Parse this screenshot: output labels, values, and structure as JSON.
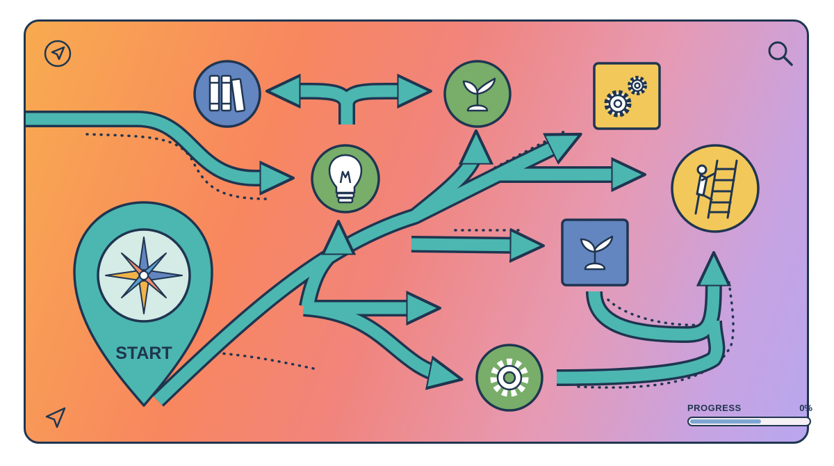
{
  "start_label": "START",
  "progress": {
    "label": "PROGRESS",
    "value_text": "0%",
    "fraction": 0.6
  },
  "colors": {
    "outline": "#1f3550",
    "path": "#4cb7b0",
    "green_node": "#78ad6a",
    "blue_node": "#6385c0",
    "yellow_node": "#f2c85b"
  },
  "nodes": [
    {
      "name": "books-node",
      "icon": "books-icon"
    },
    {
      "name": "sprout-node-top",
      "icon": "sprout-icon"
    },
    {
      "name": "gears-node",
      "icon": "gears-icon"
    },
    {
      "name": "idea-node",
      "icon": "lightbulb-icon"
    },
    {
      "name": "climber-node",
      "icon": "ladder-climber-icon"
    },
    {
      "name": "sprout-node-mid",
      "icon": "sprout-icon"
    },
    {
      "name": "settings-node",
      "icon": "gear-icon"
    },
    {
      "name": "start-pin",
      "icon": "compass-icon"
    }
  ],
  "corner_icons": [
    "navigation-arrow-icon",
    "search-icon",
    "navigation-arrow-icon"
  ]
}
